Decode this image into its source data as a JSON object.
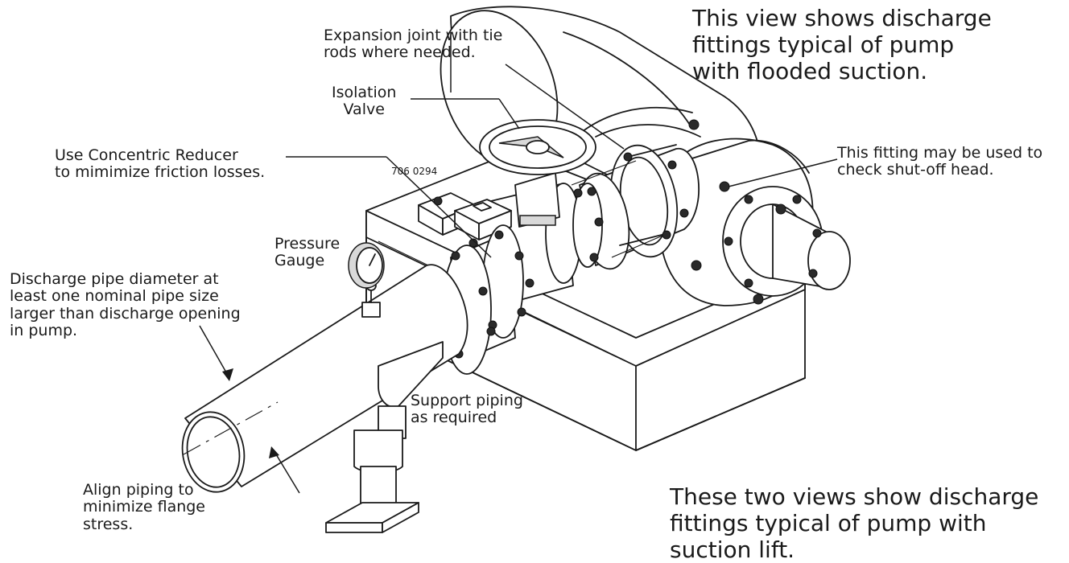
{
  "labels": {
    "expansion_joint": "Expansion joint with tie\nrods where needed.",
    "isolation_valve": "Isolation\nValve",
    "concentric_reducer": "Use Concentric Reducer\nto mimimize friction losses.",
    "drawing_number": "706 0294",
    "pressure_gauge": "Pressure\nGauge",
    "discharge_pipe": "Discharge pipe diameter at\nleast one nominal pipe size\nlarger than discharge opening\nin pump.",
    "support_piping": "Support piping\nas required",
    "align_piping": "Align piping to\nminimize flange\nstress.",
    "shutoff_fitting": "This fitting may be used to\ncheck shut-off head."
  },
  "captions": {
    "flooded_suction": "This view shows discharge\nfittings typical of pump\nwith flooded suction.",
    "suction_lift": "These two views show discharge\nfittings typical of pump with\nsuction lift."
  }
}
